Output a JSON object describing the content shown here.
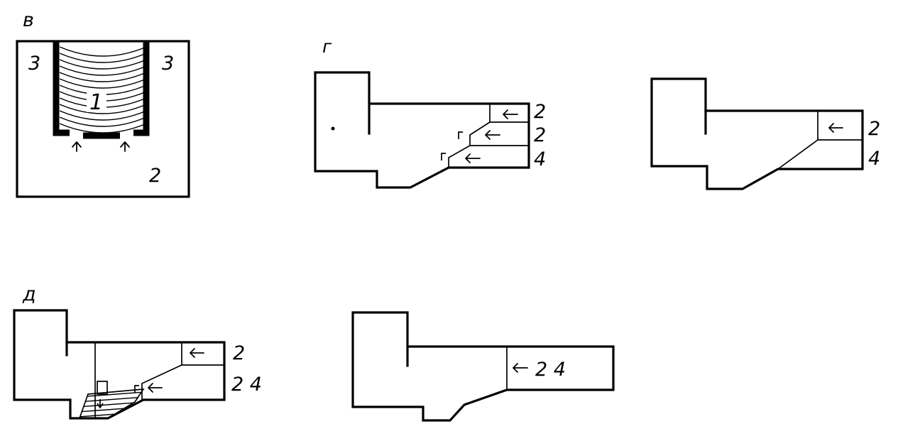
{
  "figure": {
    "panel_v": {
      "letter": "в",
      "labels": {
        "main": "1",
        "left": "3",
        "right": "3",
        "bottom": "2"
      }
    },
    "panel_g": {
      "letter": "г",
      "plan1": {
        "labels": [
          "2",
          "2",
          "4"
        ]
      },
      "plan2": {
        "labels": [
          "2",
          "4"
        ]
      }
    },
    "panel_d": {
      "letter": "д",
      "plan1": {
        "labels": [
          "2",
          "2 4"
        ]
      },
      "plan2": {
        "label": "2 4"
      }
    }
  }
}
